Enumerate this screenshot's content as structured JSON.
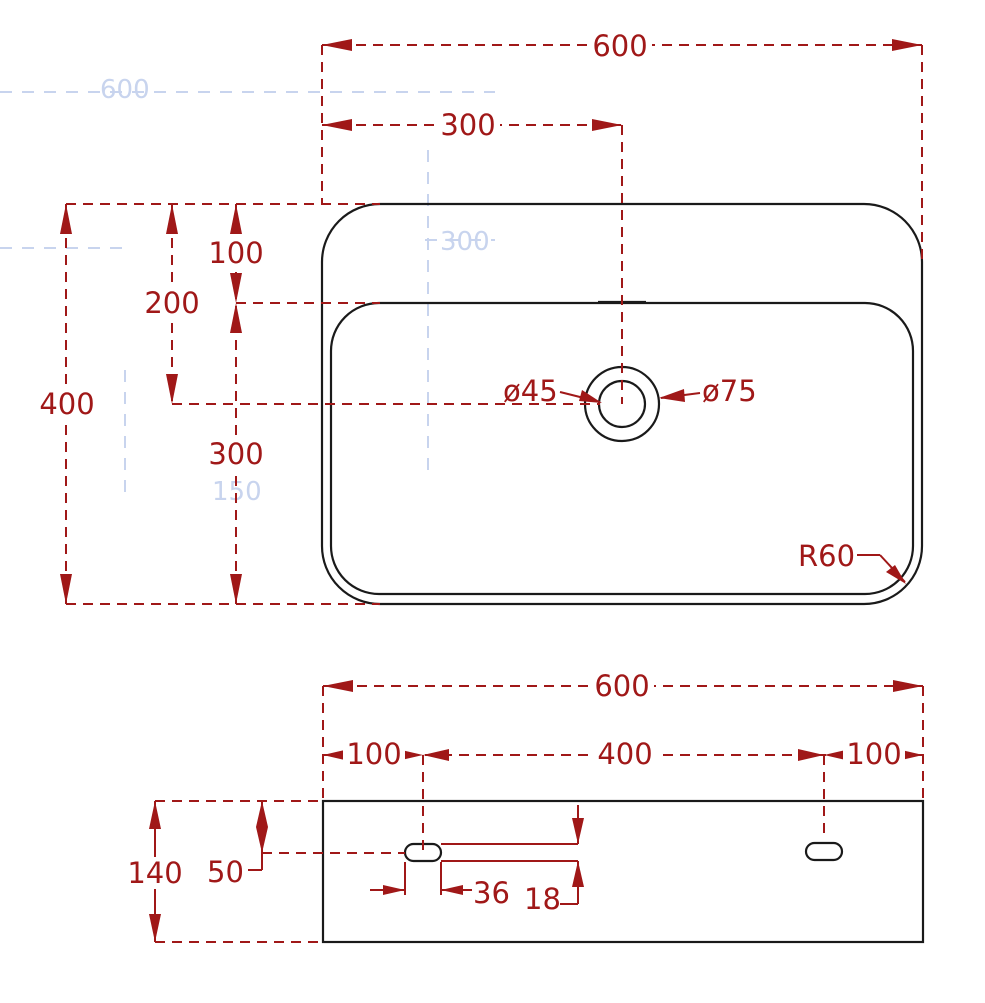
{
  "colors": {
    "dimension": "#a01818",
    "outline": "#1a1a1a",
    "ghost": "#c8d4ee",
    "background": "#ffffff"
  },
  "top_view": {
    "overall_width": "600",
    "drain_offset": "300",
    "back_rim": "100",
    "drain_from_back": "200",
    "overall_depth": "400",
    "front_section": "300",
    "drain_inner_diameter": "ø45",
    "drain_outer_diameter": "ø75",
    "corner_radius": "R60"
  },
  "side_view": {
    "overall_width": "600",
    "left_offset": "100",
    "hole_spacing": "400",
    "right_offset": "100",
    "overall_height": "140",
    "hole_height": "50",
    "hole_width": "36",
    "hole_slot_height": "18"
  },
  "ghost_labels": {
    "a": "600",
    "b": "300",
    "c": "150"
  }
}
